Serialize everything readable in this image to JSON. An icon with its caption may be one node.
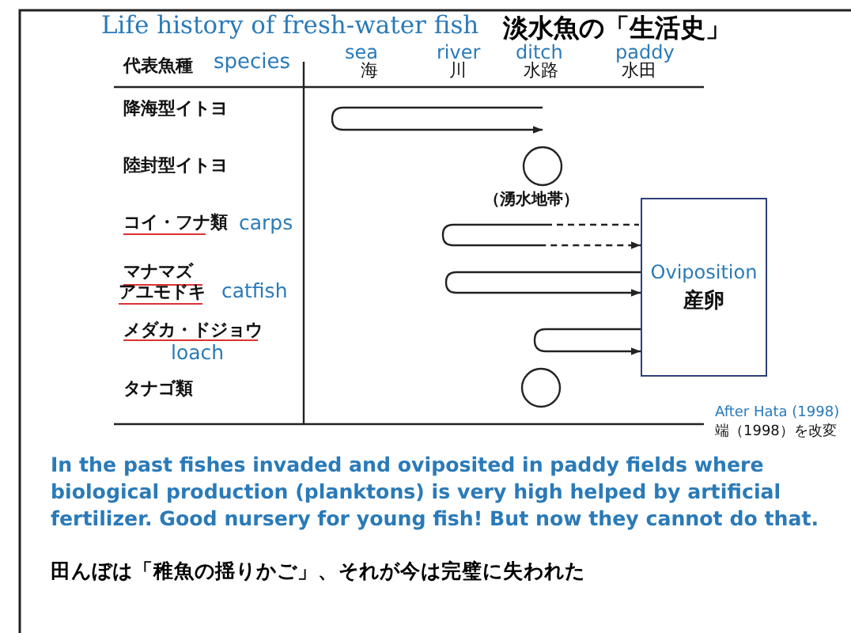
{
  "diagram": {
    "title": "Life history of fresh-water fish",
    "nodes": [
      {
        "text": [],
        "shape": "circle"
      },
      {
        "text": [
          "Oviposition",
          "産卵"
        ]
      },
      {
        "text": [],
        "shape": "circle"
      }
    ],
    "edges": [
      {
        "from": null,
        "to": 1,
        "arrow": "to",
        "style": "dashed"
      },
      {
        "from": null,
        "to": 1,
        "arrow": "to"
      },
      {
        "from": null,
        "to": 1,
        "arrow": "to"
      }
    ],
    "labels": [
      "淡水魚の「生活史」",
      "代表魚種",
      "species",
      "sea",
      "海",
      "river",
      "川",
      "ditch",
      "水路",
      "paddy",
      "水田",
      "降海型イトヨ",
      "陸封型イトヨ",
      "（湧水地帯）",
      "コイ・フナ類",
      "carps",
      "マナマズ",
      "アユモドキ",
      "catfish",
      "メダカ・ドジョウ",
      "loach",
      "タナゴ類",
      "After Hata (1998)",
      "端（1998）を改変",
      "In the past fishes invaded and oviposited in paddy fields where biological production (planktons) is very high helped by artificial fertilizer.  Good nursery for young fish! But now they cannot do that.",
      "田んぼは「稚魚の揺りかご」、それが今は完璧に失われた"
    ]
  }
}
